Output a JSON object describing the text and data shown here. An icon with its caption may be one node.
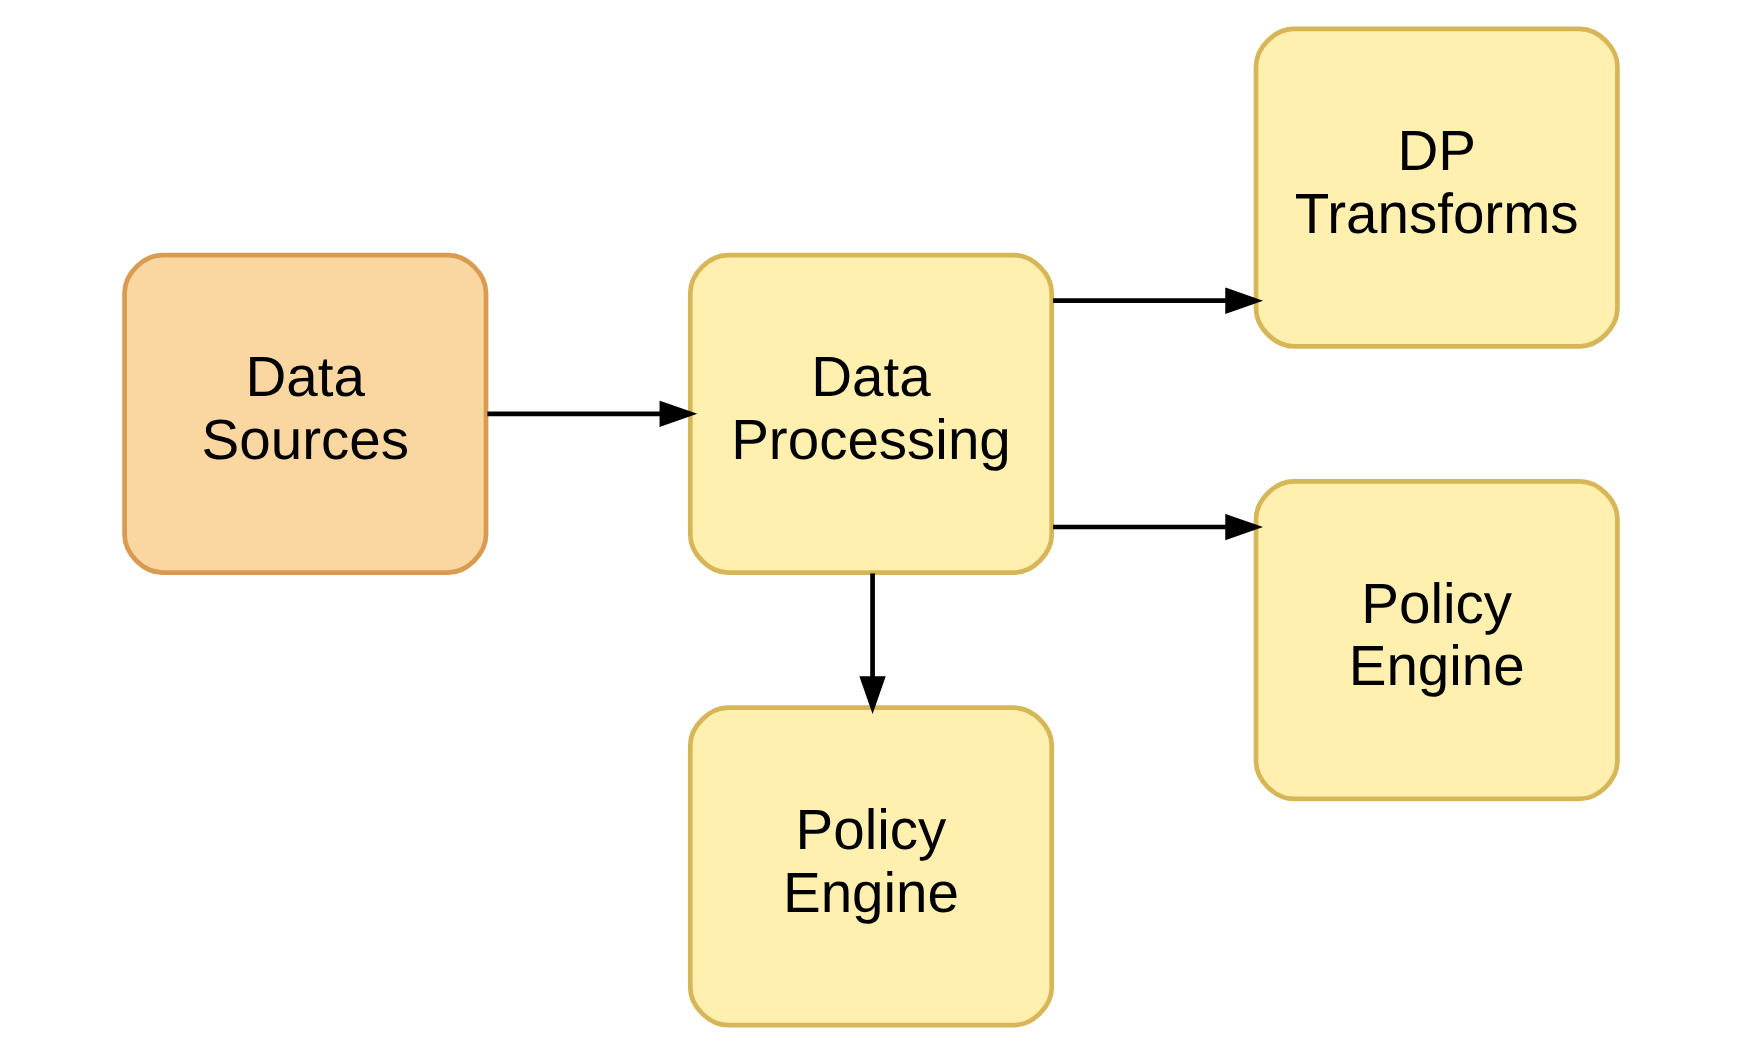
{
  "diagram": {
    "nodes": [
      {
        "text": [
          "Data Sources"
        ]
      },
      {
        "text": [
          "Data Processing"
        ]
      },
      {
        "text": [
          "DP Transforms"
        ]
      },
      {
        "text": [
          "Policy Engine"
        ]
      },
      {
        "text": [
          "Policy Engine"
        ]
      }
    ],
    "edges": [
      {
        "from": 0,
        "to": 1,
        "arrow": "to"
      },
      {
        "from": 1,
        "to": 2,
        "arrow": "to"
      },
      {
        "from": 1,
        "to": 3,
        "arrow": "to"
      },
      {
        "from": 1,
        "to": 4,
        "arrow": "to"
      }
    ]
  }
}
